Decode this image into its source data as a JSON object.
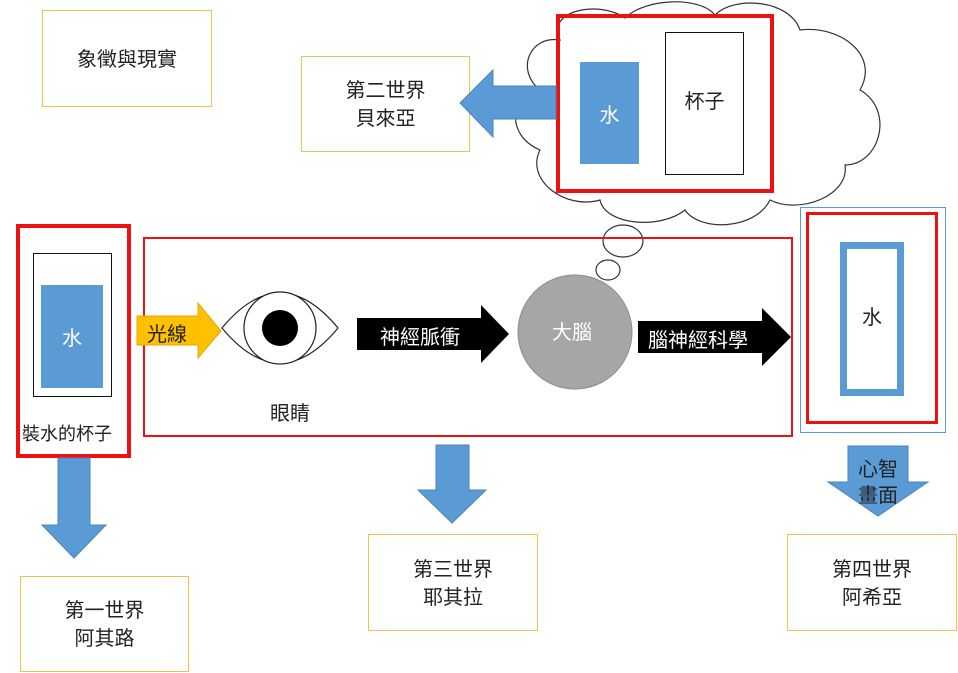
{
  "title": "象徵與現實",
  "world2": {
    "line1": "第二世界",
    "line2": "貝來亞"
  },
  "cloud": {
    "water": "水",
    "cup": "杯子"
  },
  "world1_scene": {
    "water": "水",
    "caption": "裝水的杯子"
  },
  "process": {
    "light": "光線",
    "eye": "眼睛",
    "nerve": "神經脈衝",
    "brain": "大腦",
    "neuro": "腦神經科學"
  },
  "mind": {
    "water": "水",
    "caption_line1": "心智",
    "caption_line2": "畫面"
  },
  "world1": {
    "line1": "第一世界",
    "line2": "阿其路"
  },
  "world3": {
    "line1": "第三世界",
    "line2": "耶其拉"
  },
  "world4": {
    "line1": "第四世界",
    "line2": "阿希亞"
  },
  "colors": {
    "red": "#ee1111",
    "blue": "#5b9bd5",
    "yellow": "#ffc000",
    "gold_border": "#f2c14e",
    "gray": "#a6a6a6",
    "black": "#000000"
  }
}
